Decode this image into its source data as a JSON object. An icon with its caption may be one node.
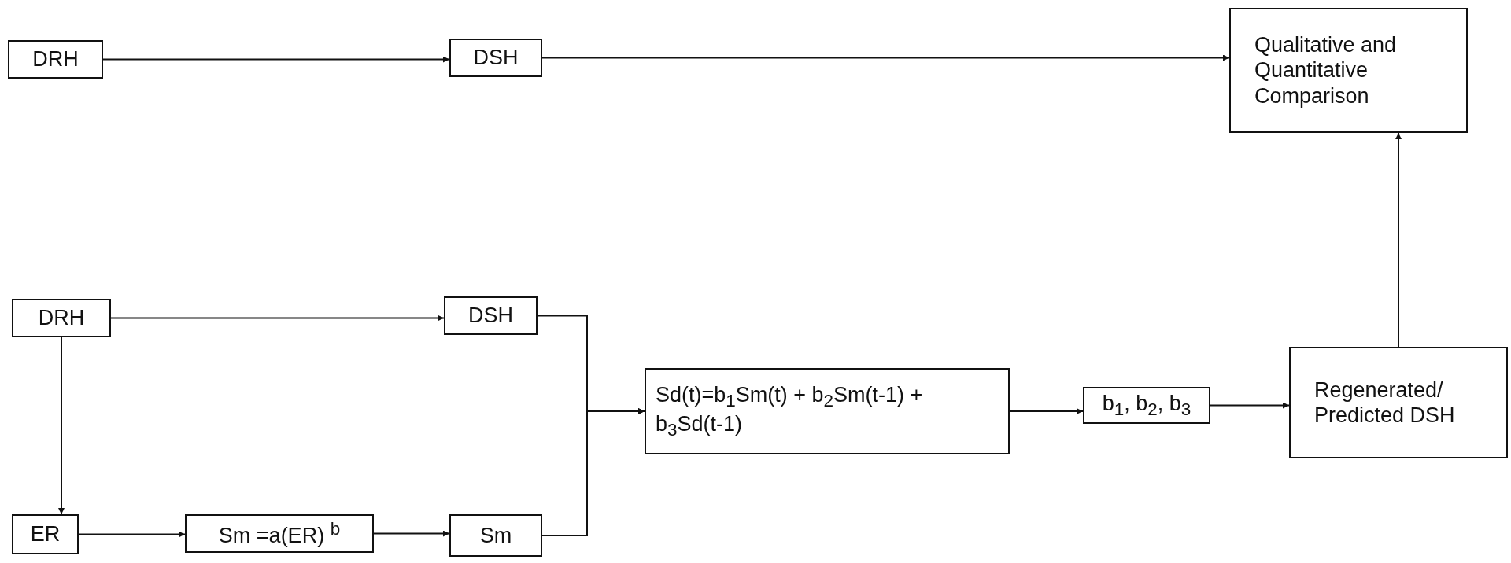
{
  "diagram": {
    "nodes": [
      {
        "text": [
          "DRH"
        ]
      },
      {
        "text": [
          "DSH"
        ]
      },
      {
        "text": [
          "Qualitative and Quantitative Comparison"
        ]
      },
      {
        "text": [
          "DRH"
        ]
      },
      {
        "text": [
          "DSH"
        ]
      },
      {
        "text": [
          "Sd(t)=b$_{1}$Sm(t) + b$_{2}$Sm(t-1) + b$_{3}$Sd(t-1)"
        ]
      },
      {
        "text": [
          "b$_{1}$, b$_{2}$, b$_{3}$"
        ]
      },
      {
        "text": [
          "Regenerated/ Predicted DSH"
        ]
      },
      {
        "text": [
          "ER"
        ]
      },
      {
        "text": [
          "Sm =a(ER) $^{b}$"
        ]
      },
      {
        "text": [
          "Sm"
        ]
      }
    ],
    "edges": [
      {
        "from": 0,
        "to": 1,
        "arrow": "to"
      },
      {
        "from": 1,
        "to": 2,
        "arrow": "to"
      },
      {
        "from": 3,
        "to": 4,
        "arrow": "to"
      },
      {
        "from": 3,
        "to": 8,
        "arrow": "to"
      },
      {
        "from": 8,
        "to": 9,
        "arrow": "to"
      },
      {
        "from": 9,
        "to": 10,
        "arrow": "to"
      },
      {
        "from": 4,
        "to": 5,
        "arrow": "to"
      },
      {
        "from": 10,
        "to": 5,
        "arrow": "to"
      },
      {
        "from": 5,
        "to": 6,
        "arrow": "to"
      },
      {
        "from": 6,
        "to": 7,
        "arrow": "to"
      },
      {
        "from": 7,
        "to": 2,
        "arrow": "to"
      }
    ]
  }
}
